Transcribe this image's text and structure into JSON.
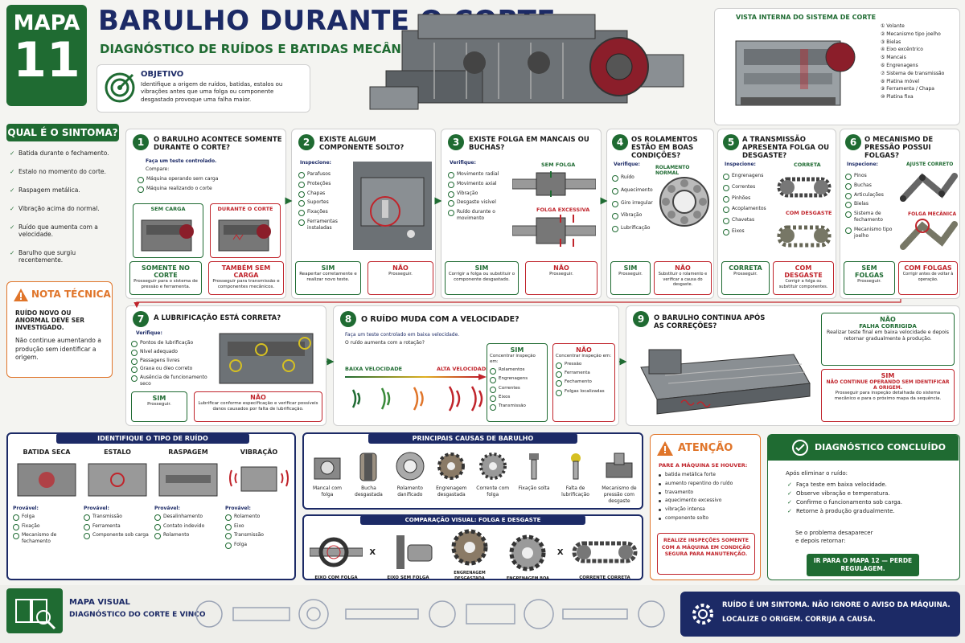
{
  "header": {
    "map_label": "MAPA",
    "map_number": "11",
    "title": "BARULHO DURANTE O CORTE",
    "subtitle": "DIAGNÓSTICO DE RUÍDOS E BATIDAS MECÂNICAS",
    "objective_title": "OBJETIVO",
    "objective_text": "Identifique a origem de ruídos, batidas, estalos ou vibrações antes que uma folga ou componente desgastado provoque uma falha maior."
  },
  "internal_view": {
    "title": "VISTA INTERNA DO SISTEMA DE CORTE",
    "items": [
      "Volante",
      "Mecanismo tipo joelho",
      "Bielas",
      "Eixo excêntrico",
      "Mancais",
      "Engrenagens",
      "Sistema de transmissão",
      "Platina móvel",
      "Ferramenta / Chapa",
      "Platina fixa"
    ]
  },
  "symptoms": {
    "title": "QUAL É O SINTOMA?",
    "items": [
      "Batida durante o fechamento.",
      "Estalo no momento do corte.",
      "Raspagem metálica.",
      "Vibração acima do normal.",
      "Ruído que aumenta com a velocidade.",
      "Barulho que surgiu recentemente."
    ]
  },
  "tech_note": {
    "title": "NOTA TÉCNICA",
    "line1": "RUÍDO NOVO OU ANORMAL DEVE SER INVESTIGADO.",
    "line2": "Não continue aumentando a produção sem identificar a origem."
  },
  "steps": {
    "s1": {
      "n": "1",
      "title": "O BARULHO ACONTECE SOMENTE DURANTE O CORTE?",
      "test": "Faça um teste controlado.",
      "compare": "Compare:",
      "opts": [
        "Máquina operando sem carga",
        "Máquina realizando o corte"
      ],
      "img_a": "SEM CARGA",
      "img_b": "DURANTE O CORTE",
      "yes_title": "SOMENTE NO CORTE",
      "yes_text": "Prosseguir para o sistema de pressão e ferramenta.",
      "no_title": "TAMBÉM SEM CARGA",
      "no_text": "Prosseguir para transmissão e componentes mecânicos."
    },
    "s2": {
      "n": "2",
      "title": "EXISTE ALGUM COMPONENTE SOLTO?",
      "inspect": "Inspecione:",
      "items": [
        "Parafusos",
        "Proteções",
        "Chapas",
        "Suportes",
        "Fixações",
        "Ferramentas instaladas"
      ],
      "yes_title": "SIM",
      "yes_text": "Reapertar corretamente e realizar novo teste.",
      "no_title": "NÃO",
      "no_text": "Prosseguir."
    },
    "s3": {
      "n": "3",
      "title": "EXISTE FOLGA EM MANCAIS OU BUCHAS?",
      "verify": "Verifique:",
      "items": [
        "Movimento radial",
        "Movimento axial",
        "Vibração",
        "Desgaste visível",
        "Ruído durante o movimento"
      ],
      "img_a": "SEM FOLGA",
      "img_b": "FOLGA EXCESSIVA",
      "yes_title": "SIM",
      "yes_text": "Corrigir a folga ou substituir o componente desgastado.",
      "no_title": "NÃO",
      "no_text": "Prosseguir."
    },
    "s4": {
      "n": "4",
      "title": "OS ROLAMENTOS ESTÃO EM BOAS CONDIÇÕES?",
      "verify": "Verifique:",
      "items": [
        "Ruído",
        "Aquecimento",
        "Giro irregular",
        "Vibração",
        "Lubrificação"
      ],
      "img_a": "ROLAMENTO NORMAL",
      "yes_title": "SIM",
      "yes_text": "Prosseguir.",
      "no_title": "NÃO",
      "no_text": "Substituir o rolamento e verificar a causa do desgaste."
    },
    "s5": {
      "n": "5",
      "title": "A TRANSMISSÃO APRESENTA FOLGA OU DESGASTE?",
      "inspect": "Inspecione:",
      "items": [
        "Engrenagens",
        "Correntes",
        "Pinhões",
        "Acoplamentos",
        "Chavetas",
        "Eixos"
      ],
      "img_a": "CORRETA",
      "img_b": "COM DESGASTE",
      "yes_title": "CORRETA",
      "yes_text": "Prosseguir.",
      "no_title": "COM DESGASTE",
      "no_text": "Corrigir a folga ou substituir componentes."
    },
    "s6": {
      "n": "6",
      "title": "O MECANISMO DE PRESSÃO POSSUI FOLGAS?",
      "inspect": "Inspecione:",
      "items": [
        "Pinos",
        "Buchas",
        "Articulações",
        "Bielas",
        "Sistema de fechamento",
        "Mecanismo tipo joelho"
      ],
      "img_a": "AJUSTE CORRETO",
      "img_b": "FOLGA MECÂNICA",
      "yes_title": "SEM FOLGAS",
      "yes_text": "Prosseguir.",
      "no_title": "COM FOLGAS",
      "no_text": "Corrigir antes de voltar à operação."
    },
    "s7": {
      "n": "7",
      "title": "A LUBRIFICAÇÃO ESTÁ CORRETA?",
      "verify": "Verifique:",
      "items": [
        "Pontos de lubrificação",
        "Nível adequado",
        "Passagens livres",
        "Graxa ou óleo correto",
        "Ausência de funcionamento seco"
      ],
      "yes_title": "SIM",
      "yes_text": "Prosseguir.",
      "no_title": "NÃO",
      "no_text": "Lubrificar conforme especificação e verificar possíveis danos causados por falta de lubrificação."
    },
    "s8": {
      "n": "8",
      "title": "O RUÍDO MUDA COM A VELOCIDADE?",
      "test": "Faça um teste controlado em baixa velocidade.",
      "q": "O ruído aumenta com a rotação?",
      "low": "BAIXA VELOCIDADE",
      "high": "ALTA VELOCIDADE",
      "yes_title": "SIM",
      "yes_sub": "Concentrar inspeção em:",
      "yes_items": [
        "Rolamentos",
        "Engrenagens",
        "Correntes",
        "Eixos",
        "Transmissão"
      ],
      "no_title": "NÃO",
      "no_sub": "Concentrar inspeção em:",
      "no_items": [
        "Pressão",
        "Ferramenta",
        "Fechamento",
        "Folgas localizadas"
      ]
    },
    "s9": {
      "n": "9",
      "title": "O BARULHO CONTINUA APÓS AS CORREÇÕES?",
      "no_title": "NÃO",
      "no_sub": "FALHA CORRIGIDA",
      "no_text": "Realizar teste final em baixa velocidade e depois retornar gradualmente à produção.",
      "yes_title": "SIM",
      "yes_sub": "NÃO CONTINUE OPERANDO SEM IDENTIFICAR A ORIGEM.",
      "yes_text": "Prosseguir para inspeção detalhada do sistema mecânico e para o próximo mapa da sequência."
    }
  },
  "noise_types": {
    "title": "IDENTIFIQUE O TIPO DE RUÍDO",
    "probable": "Provável:",
    "types": [
      {
        "name": "BATIDA SECA",
        "items": [
          "Folga",
          "Fixação",
          "Mecanismo de fechamento"
        ]
      },
      {
        "name": "ESTALO",
        "items": [
          "Transmissão",
          "Ferramenta",
          "Componente sob carga"
        ]
      },
      {
        "name": "RASPAGEM",
        "items": [
          "Desalinhamento",
          "Contato indevido",
          "Rolamento"
        ]
      },
      {
        "name": "VIBRAÇÃO",
        "items": [
          "Rolamento",
          "Eixo",
          "Transmissão",
          "Folga"
        ]
      }
    ]
  },
  "causes": {
    "title": "PRINCIPAIS CAUSAS DE BARULHO",
    "items": [
      "Mancal com folga",
      "Bucha desgastada",
      "Rolamento danificado",
      "Engrenagem desgastada",
      "Corrente com folga",
      "Fixação solta",
      "Falta de lubrificação",
      "Mecanismo de pressão com desgaste"
    ]
  },
  "comparison": {
    "title": "COMPARAÇÃO VISUAL: FOLGA E DESGASTE",
    "x": "X",
    "items": [
      "EIXO COM FOLGA",
      "EIXO SEM FOLGA",
      "ENGRENAGEM DESGASTADA",
      "ENGRENAGEM BOA",
      "CORRENTE CORRETA"
    ]
  },
  "attention": {
    "title": "ATENÇÃO",
    "stop": "PARE A MÁQUINA SE HOUVER:",
    "items": [
      "batida metálica forte",
      "aumento repentino do ruído",
      "travamento",
      "aquecimento excessivo",
      "vibração intensa",
      "componente solto"
    ],
    "warning": "REALIZE INSPEÇÕES SOMENTE COM A MÁQUINA EM CONDIÇÃO SEGURA PARA MANUTENÇÃO."
  },
  "done": {
    "title": "DIAGNÓSTICO CONCLUÍDO",
    "after": "Após eliminar o ruído:",
    "items": [
      "Faça teste em baixa velocidade.",
      "Observe vibração e temperatura.",
      "Confirme o funcionamento sob carga.",
      "Retorne à produção gradualmente."
    ],
    "ifback": "Se o problema desaparecer e depois retornar:",
    "button": "IR PARA O MAPA 12 — PERDE REGULAGEM."
  },
  "footer": {
    "label1": "MAPA VISUAL",
    "label2": "DIAGNÓSTICO DO CORTE E VINCO",
    "banner1": "RUÍDO É UM SINTOMA. NÃO IGNORE O AVISO DA MÁQUINA.",
    "banner2": "LOCALIZE O ORIGEM. CORRIJA A CAUSA."
  },
  "colors": {
    "green": "#1f6b32",
    "navy": "#1c2a66",
    "red": "#c0242b",
    "orange": "#e0752a"
  }
}
